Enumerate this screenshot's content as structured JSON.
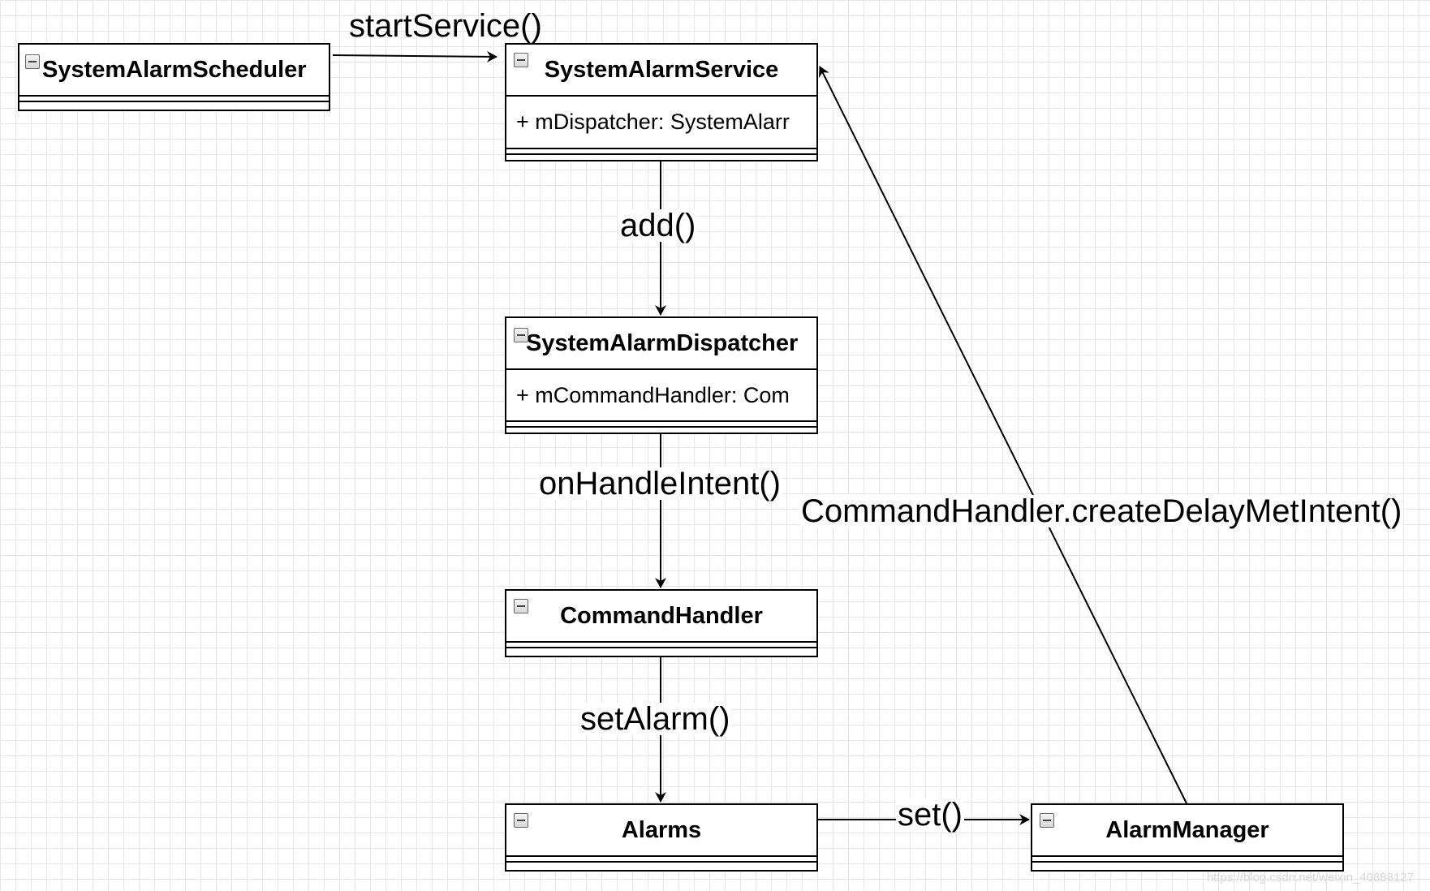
{
  "classes": {
    "scheduler": {
      "name": "SystemAlarmScheduler"
    },
    "service": {
      "name": "SystemAlarmService",
      "field": "+ mDispatcher: SystemAlarr"
    },
    "dispatcher": {
      "name": "SystemAlarmDispatcher",
      "field": "+ mCommandHandler: Com"
    },
    "command_handler": {
      "name": "CommandHandler"
    },
    "alarms": {
      "name": "Alarms"
    },
    "alarm_manager": {
      "name": "AlarmManager"
    }
  },
  "edges": {
    "start_service": "startService()",
    "add": "add()",
    "on_handle_intent": "onHandleIntent()",
    "set_alarm": "setAlarm()",
    "set": "set()",
    "create_delay": "CommandHandler.createDelayMetIntent()"
  },
  "watermark": "https://blog.csdn.net/weixin_40888127",
  "colors": {
    "line": "#000000",
    "grid": "#e6e6e6"
  }
}
